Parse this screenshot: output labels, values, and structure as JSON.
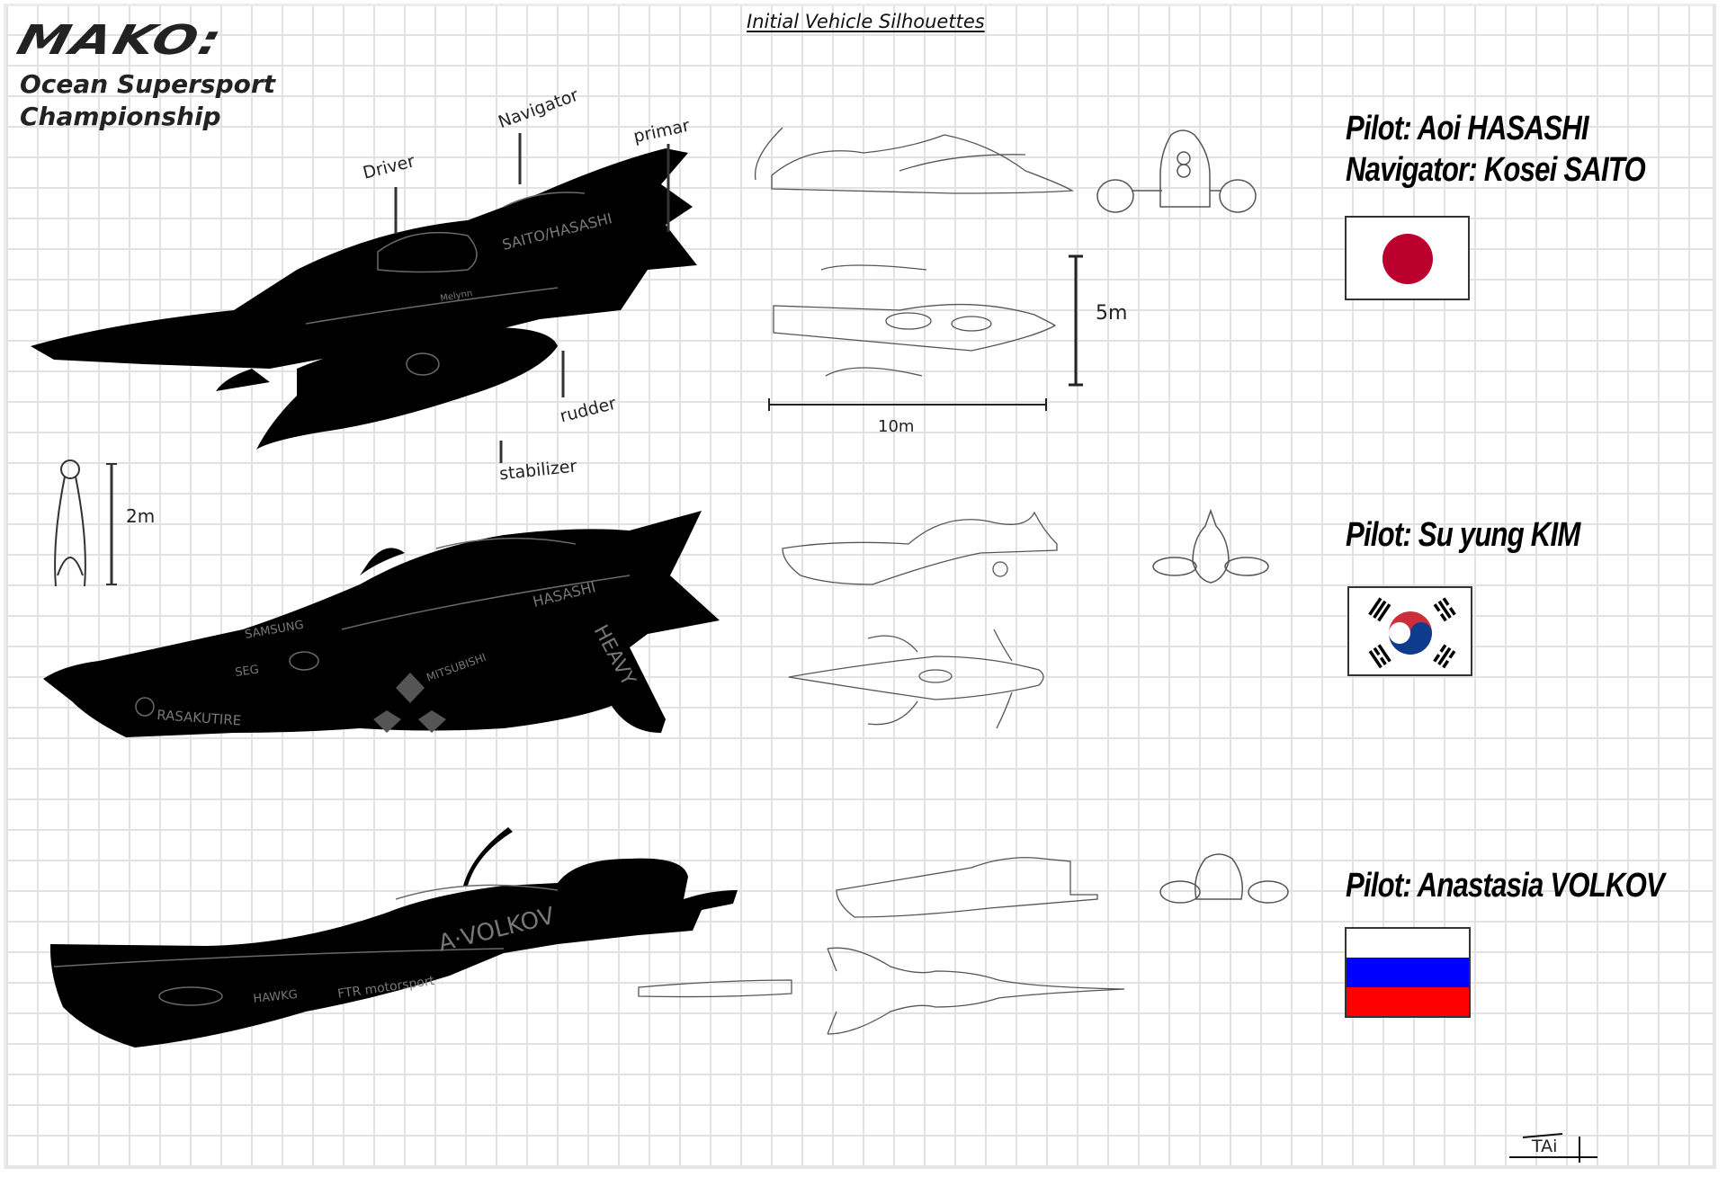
{
  "logo": {
    "mark": "MAKO:",
    "subtitle_line1": "Ocean Supersport",
    "subtitle_line2": "Championship"
  },
  "sheet_title": "Initial Vehicle Silhouettes",
  "vehicles": [
    {
      "pilot_label": "Pilot: Aoi HASASHI",
      "navigator_label": "Navigator: Kosei SAITO",
      "flag": "japan",
      "flag_colors": {
        "field": "#ffffff",
        "disc": "#bc002d"
      },
      "annotations": [
        "Driver",
        "Navigator",
        "primar",
        "rudder",
        "stabilizer"
      ],
      "decals": [
        "SAITO/HASASHI",
        "Melynn"
      ],
      "dimensions": {
        "width": "5m",
        "length": "10m",
        "height": "2m"
      }
    },
    {
      "pilot_label": "Pilot: Su yung KIM",
      "flag": "south-korea",
      "flag_colors": {
        "field": "#ffffff",
        "red": "#cd2e3a",
        "blue": "#0f3b8c",
        "trigram": "#000000"
      },
      "decals": [
        "HASASHI",
        "SAMSUNG",
        "SEG",
        "MITSUBISHI",
        "RASAKUTIRE",
        "HEAVY"
      ]
    },
    {
      "pilot_label": "Pilot: Anastasia VOLKOV",
      "flag": "russia",
      "flag_colors": {
        "top": "#ffffff",
        "middle": "#0000ff",
        "bottom": "#ff0000"
      },
      "decals": [
        "A·VOLKOV",
        "HAWKG",
        "FTR motorsport"
      ]
    }
  ],
  "signature": "TAi",
  "colors": {
    "grid": "#e2e2e2",
    "ink": "#000000",
    "decal": "#6a6a6a",
    "sketch": "#555555"
  }
}
